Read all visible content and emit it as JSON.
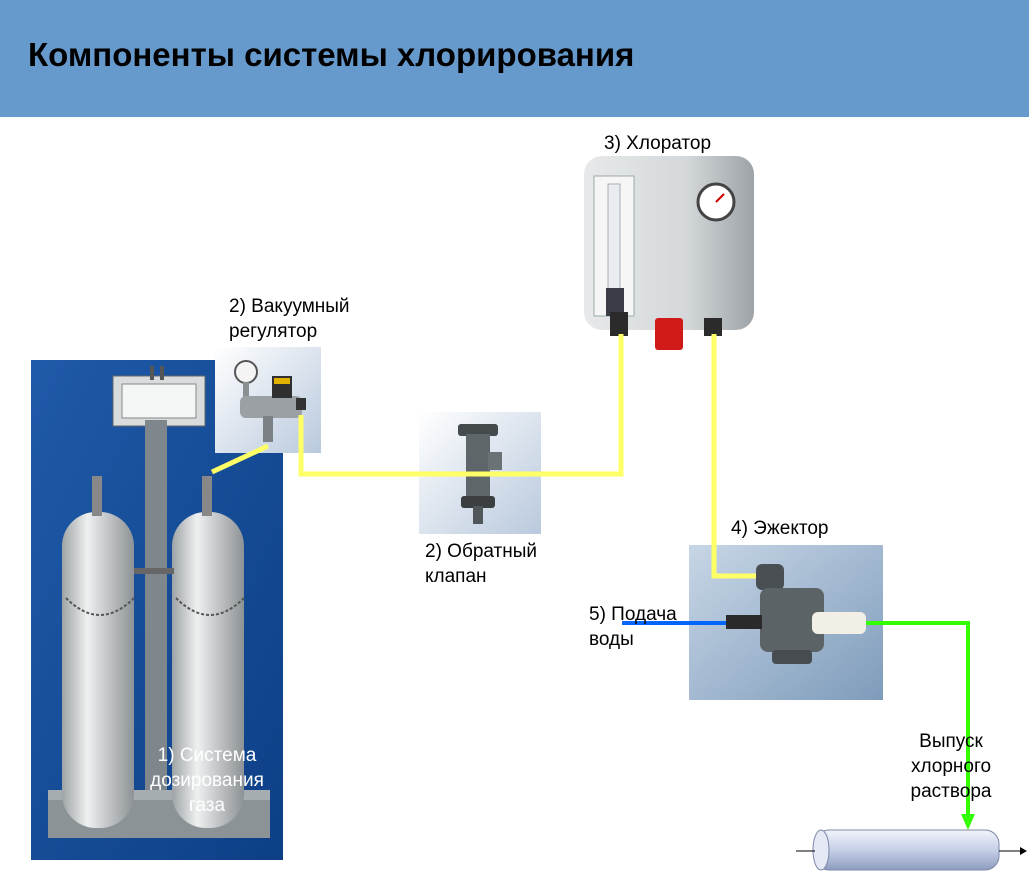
{
  "title": "Компоненты системы хлорирования",
  "labels": {
    "gas_system": "1) Система\nдозирования\nгаза",
    "vacuum_regulator": "2) Вакуумный\nрегулятор",
    "check_valve": "2) Обратный\nклапан",
    "chlorinator": "3) Хлоратор",
    "ejector": "4) Эжектор",
    "water_supply": "5) Подача\nводы",
    "outlet": "Выпуск\nхлорного\nраствора"
  },
  "colors": {
    "header": "#6699cc",
    "gas_line": "#ffff66",
    "water_line": "#0066ff",
    "solution_line": "#33ff00",
    "pipe": "#c8d4ea"
  }
}
